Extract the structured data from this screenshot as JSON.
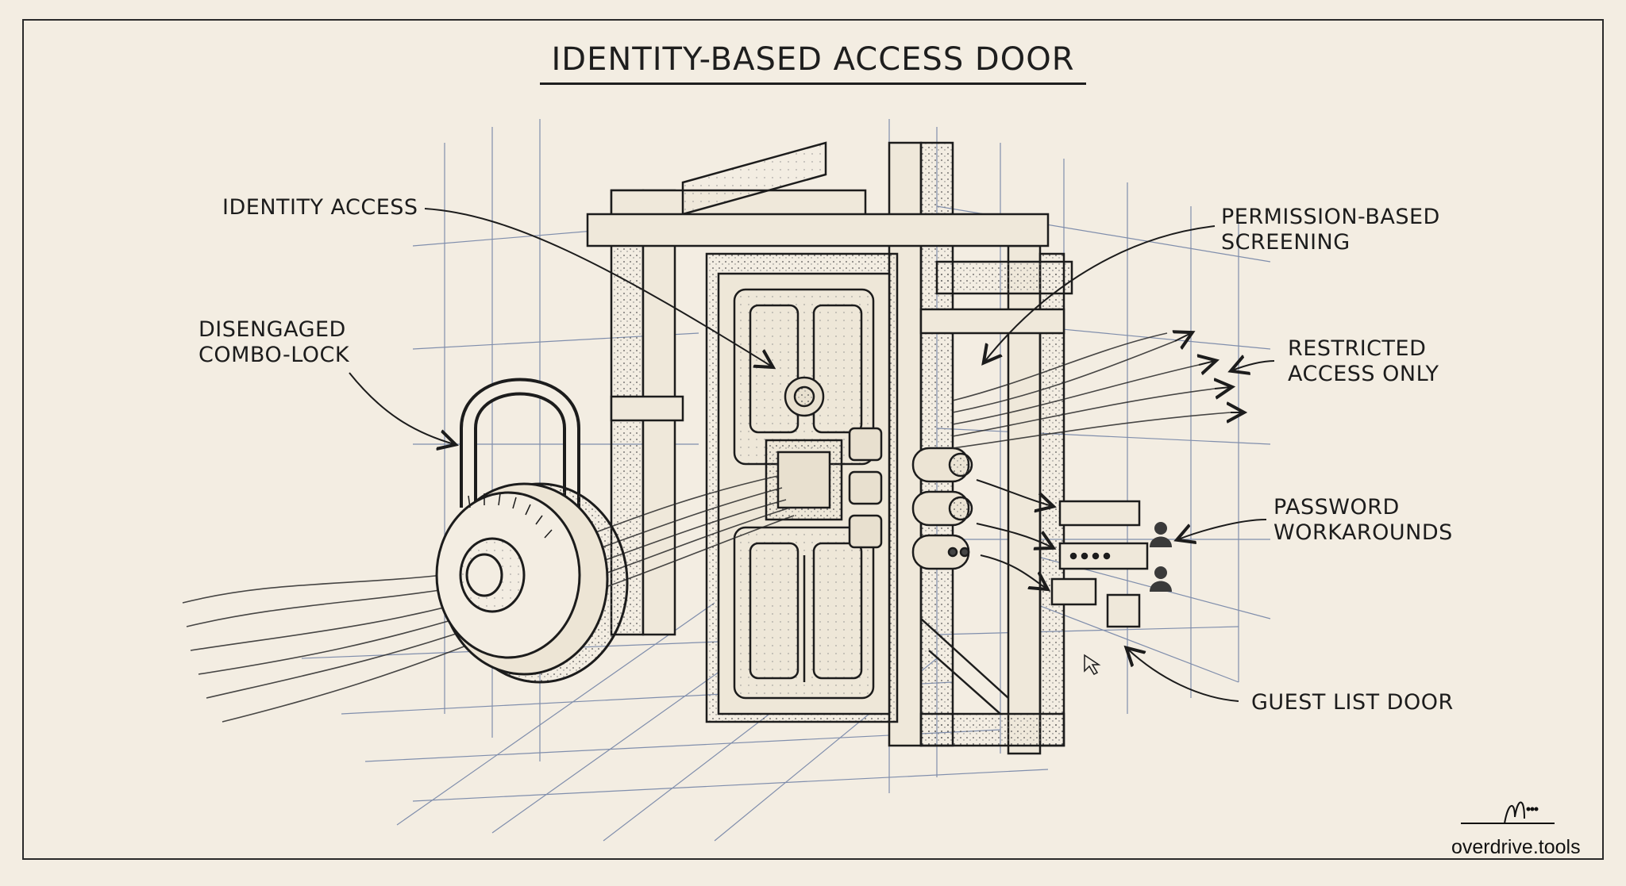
{
  "title": "IDENTITY-BASED ACCESS DOOR",
  "labels": {
    "identity_access": "IDENTITY ACCESS",
    "disengaged_combo_lock_line1": "DISENGAGED",
    "disengaged_combo_lock_line2": "COMBO-LOCK",
    "permission_based_line1": "PERMISSION-BASED",
    "permission_based_line2": "SCREENING",
    "restricted_line1": "RESTRICTED",
    "restricted_line2": "ACCESS ONLY",
    "password_line1": "PASSWORD",
    "password_line2": "WORKAROUNDS",
    "guest_list_door": "GUEST LIST DOOR"
  },
  "brand": "overdrive.tools",
  "colors": {
    "paper": "#f3ede2",
    "ink": "#1e1e1e",
    "grid": "#5a6f9a"
  }
}
